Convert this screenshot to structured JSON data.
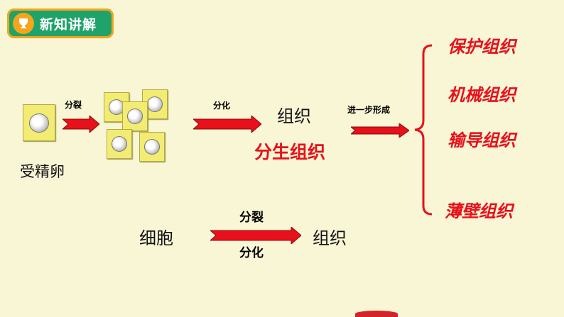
{
  "badge": {
    "label": "新知讲解"
  },
  "egg_label": "受精卵",
  "arrow1_label": "分裂",
  "arrow2_label": "分化",
  "tissue_label": "组织",
  "meristem_label": "分生组织",
  "arrow3_label": "进一步形成",
  "tissue_types": [
    "保护组织",
    "机械组织",
    "输导组织",
    "薄壁组织"
  ],
  "bottom": {
    "left_label": "细胞",
    "top_label": "分裂",
    "bottom_label": "分化",
    "right_label": "组织"
  },
  "colors": {
    "accent_red": "#e8101a",
    "badge_green": "#1fa36a",
    "badge_orange": "#f4a51c"
  }
}
